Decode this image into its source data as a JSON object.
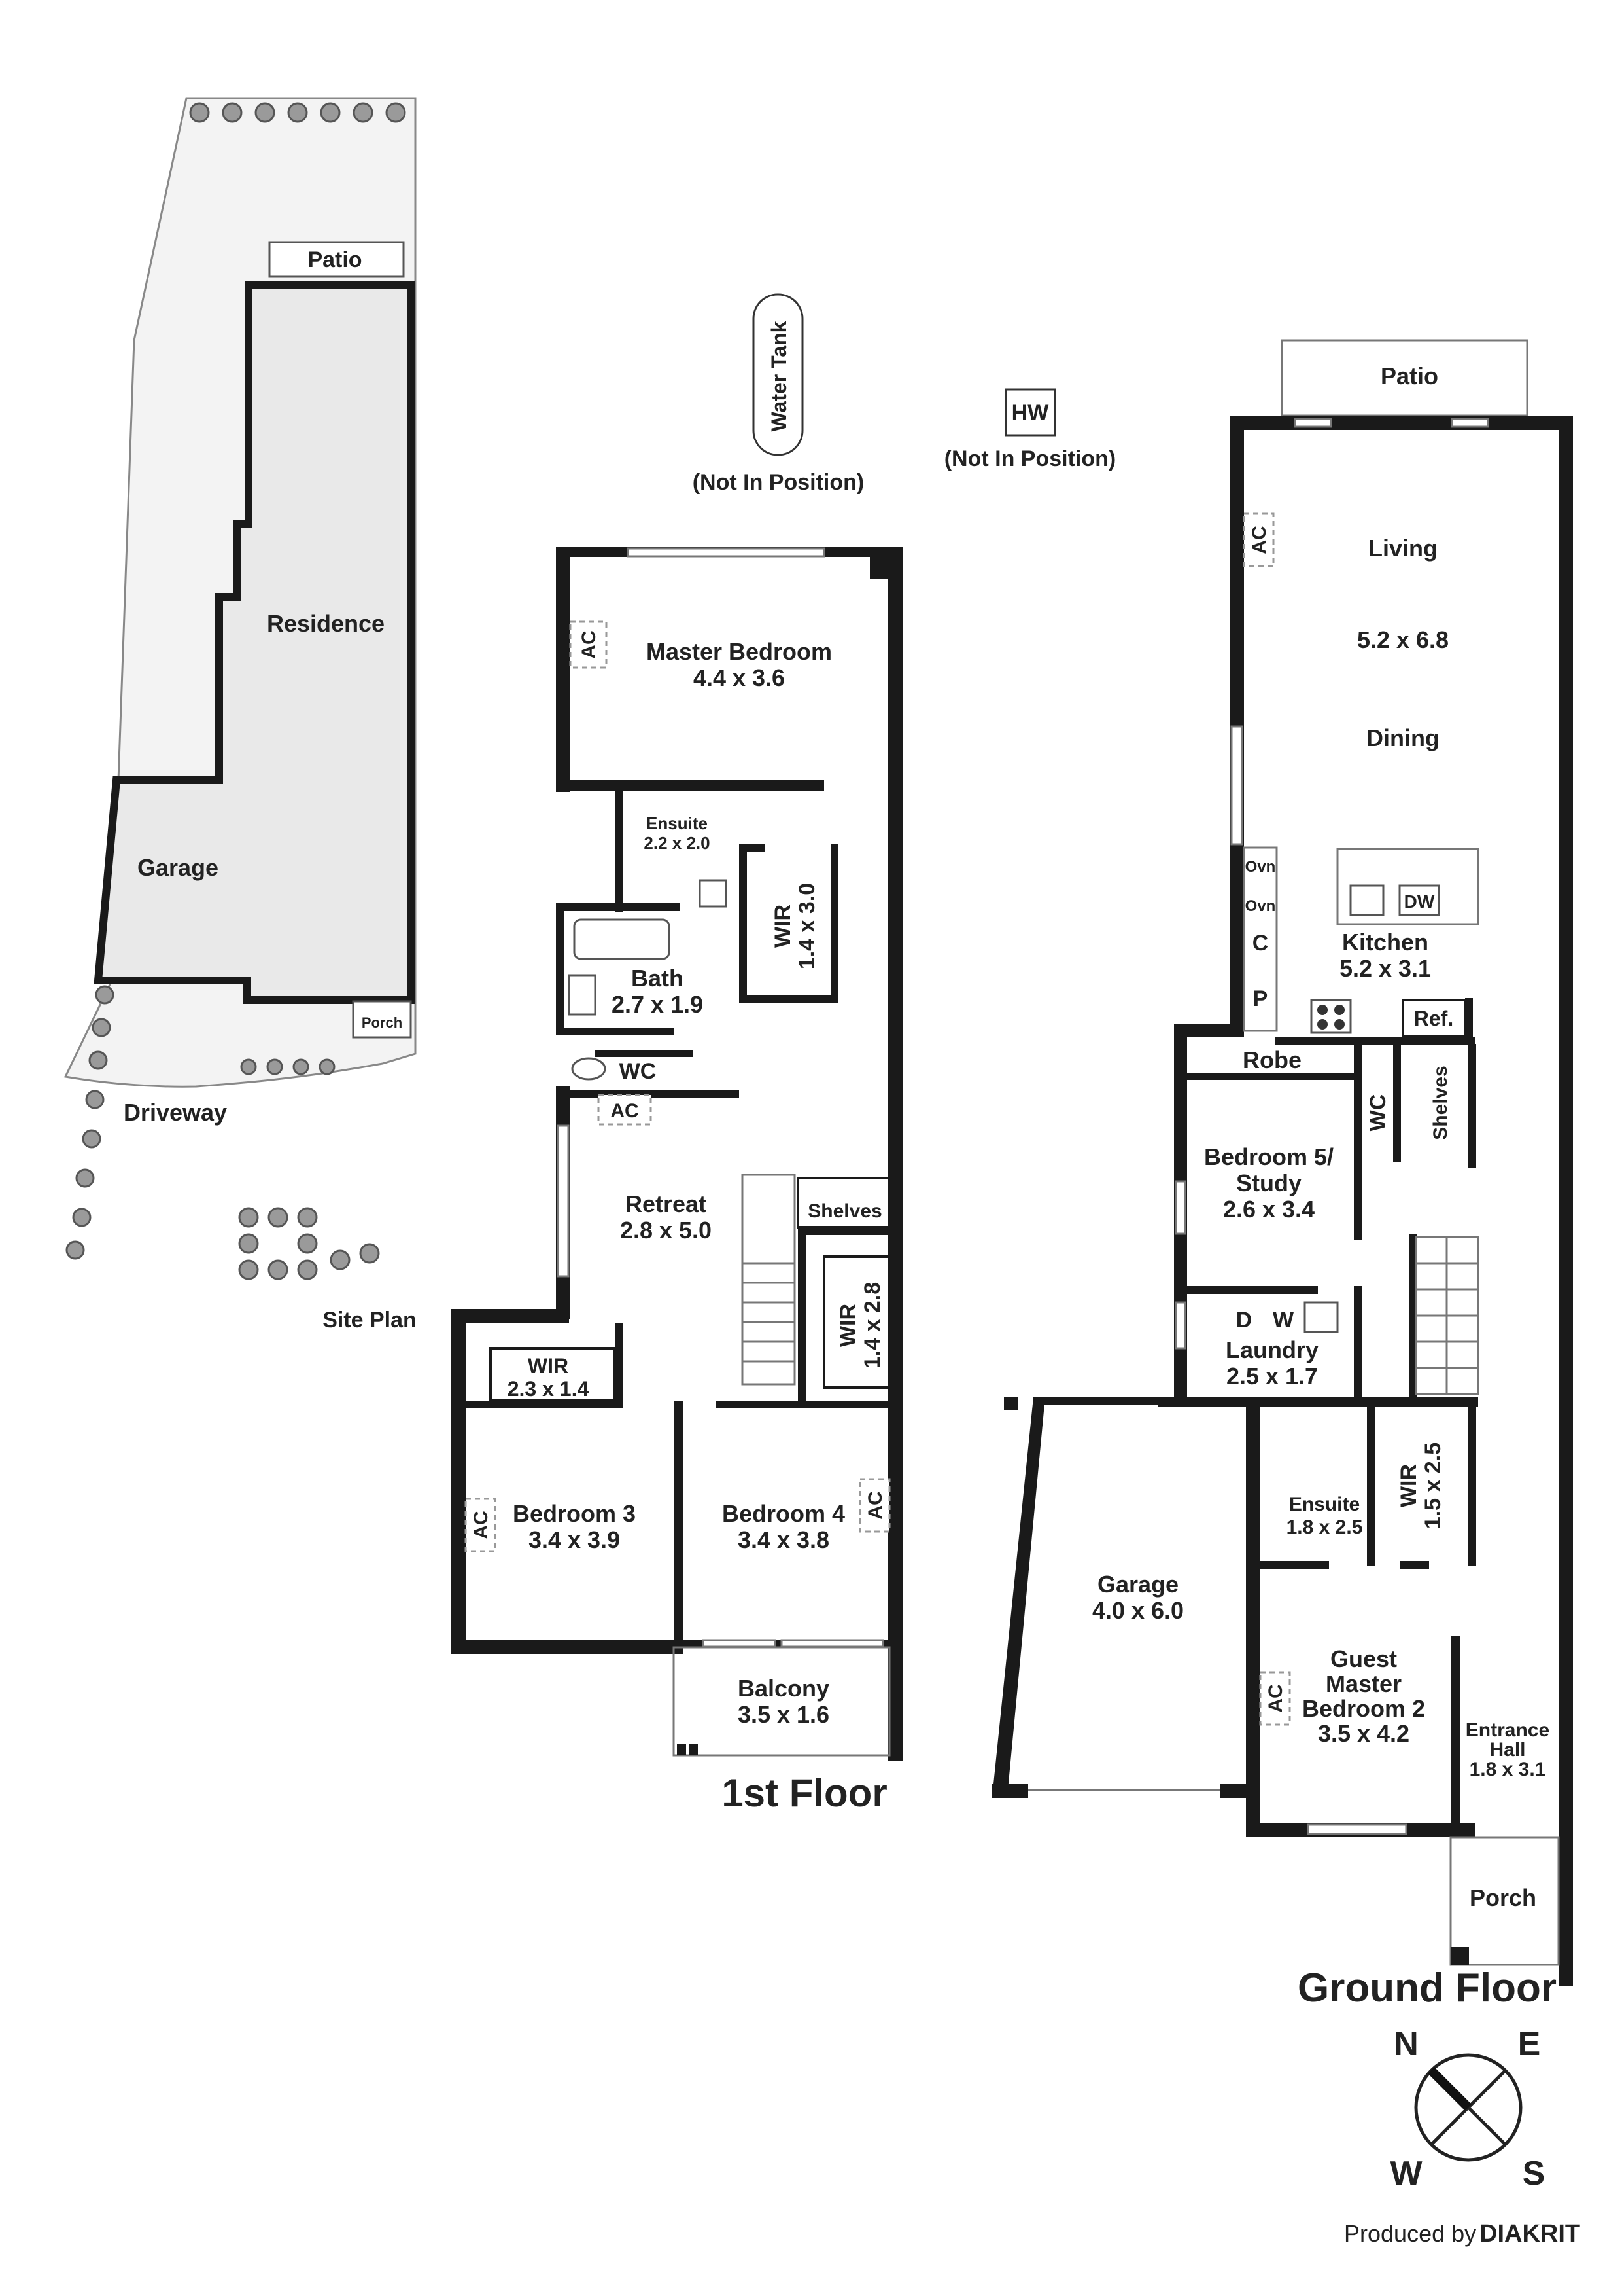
{
  "site_plan": {
    "caption": "Site Plan",
    "labels": {
      "patio": "Patio",
      "residence": "Residence",
      "garage": "Garage",
      "porch": "Porch",
      "driveway": "Driveway"
    }
  },
  "services": {
    "water_tank": "Water Tank",
    "water_tank_note": "(Not In Position)",
    "hw": "HW",
    "hw_note": "(Not In Position)"
  },
  "first_floor": {
    "title": "1st Floor",
    "ac": "AC",
    "rooms": {
      "master_bedroom": {
        "name": "Master Bedroom",
        "size": "4.4 x 3.6"
      },
      "ensuite": {
        "name": "Ensuite",
        "size": "2.2 x 2.0"
      },
      "wir_master": {
        "name": "WIR",
        "size": "1.4 x 3.0"
      },
      "bath": {
        "name": "Bath",
        "size": "2.7 x 1.9"
      },
      "wc": {
        "name": "WC"
      },
      "retreat": {
        "name": "Retreat",
        "size": "2.8 x 5.0"
      },
      "shelves": {
        "name": "Shelves"
      },
      "wir_hall": {
        "name": "WIR",
        "size": "1.4 x 2.8"
      },
      "wir_bed3": {
        "name": "WIR",
        "size": "2.3 x 1.4"
      },
      "bedroom3": {
        "name": "Bedroom 3",
        "size": "3.4 x 3.9"
      },
      "bedroom4": {
        "name": "Bedroom 4",
        "size": "3.4 x 3.8"
      },
      "balcony": {
        "name": "Balcony",
        "size": "3.5 x 1.6"
      }
    }
  },
  "ground_floor": {
    "title": "Ground Floor",
    "ac": "AC",
    "rooms": {
      "patio": {
        "name": "Patio"
      },
      "living": {
        "name": "Living"
      },
      "living_dining_size": "5.2 x 6.8",
      "dining": {
        "name": "Dining"
      },
      "kitchen": {
        "name": "Kitchen",
        "size": "5.2 x 3.1"
      },
      "robe": {
        "name": "Robe"
      },
      "wc": {
        "name": "WC"
      },
      "shelves": {
        "name": "Shelves"
      },
      "bedroom5": {
        "name": "Bedroom 5/",
        "name2": "Study",
        "size": "2.6 x 3.4"
      },
      "laundry": {
        "name": "Laundry",
        "size": "2.5 x 1.7"
      },
      "garage": {
        "name": "Garage",
        "size": "4.0 x 6.0"
      },
      "ensuite": {
        "name": "Ensuite",
        "size": "1.8 x 2.5"
      },
      "wir": {
        "name": "WIR",
        "size": "1.5 x 2.5"
      },
      "guest_master": {
        "line1": "Guest",
        "line2": "Master",
        "line3": "Bedroom 2",
        "size": "3.5 x 4.2"
      },
      "entrance_hall": {
        "line1": "Entrance",
        "line2": "Hall",
        "size": "1.8 x 3.1"
      },
      "porch": {
        "name": "Porch"
      }
    },
    "fixtures": {
      "ovn": "Ovn",
      "c": "C",
      "p": "P",
      "dw": "DW",
      "ref": "Ref.",
      "d": "D",
      "w": "W"
    }
  },
  "compass": {
    "n": "N",
    "e": "E",
    "s": "S",
    "w": "W"
  },
  "credit": {
    "prefix": "Produced by",
    "brand": "DIAKRIT"
  }
}
